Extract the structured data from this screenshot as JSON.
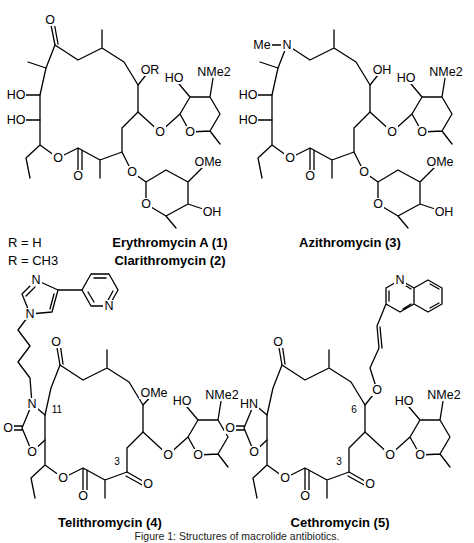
{
  "diagram": {
    "caption": "Figure 1: Structures of macrolide antibiotics.",
    "labels": [
      "O",
      "OR",
      "HO",
      "HO",
      "O",
      "O",
      "O",
      "HO",
      "NMe2",
      "O",
      "O",
      "OMe",
      "OH",
      "O",
      "R = H",
      "Erythromycin A (1)",
      "R = CH3",
      "Clarithromycin (2)",
      "Me",
      "N",
      "OH",
      "HO",
      "HO",
      "O",
      "O",
      "O",
      "HO",
      "NMe2",
      "O",
      "O",
      "OMe",
      "OH",
      "O",
      "Azithromycin (3)",
      "N",
      "N",
      "N",
      "O",
      "N",
      "11",
      "OMe",
      "HO",
      "NMe2",
      "O",
      "O",
      "O",
      "O",
      "3",
      "O",
      "O",
      "O",
      "Telithromycin (4)",
      "N",
      "O",
      "O",
      "6",
      "HN",
      "HO",
      "NMe2",
      "O",
      "O",
      "O",
      "O",
      "3",
      "O",
      "O",
      "O",
      "Cethromycin (5)"
    ]
  }
}
